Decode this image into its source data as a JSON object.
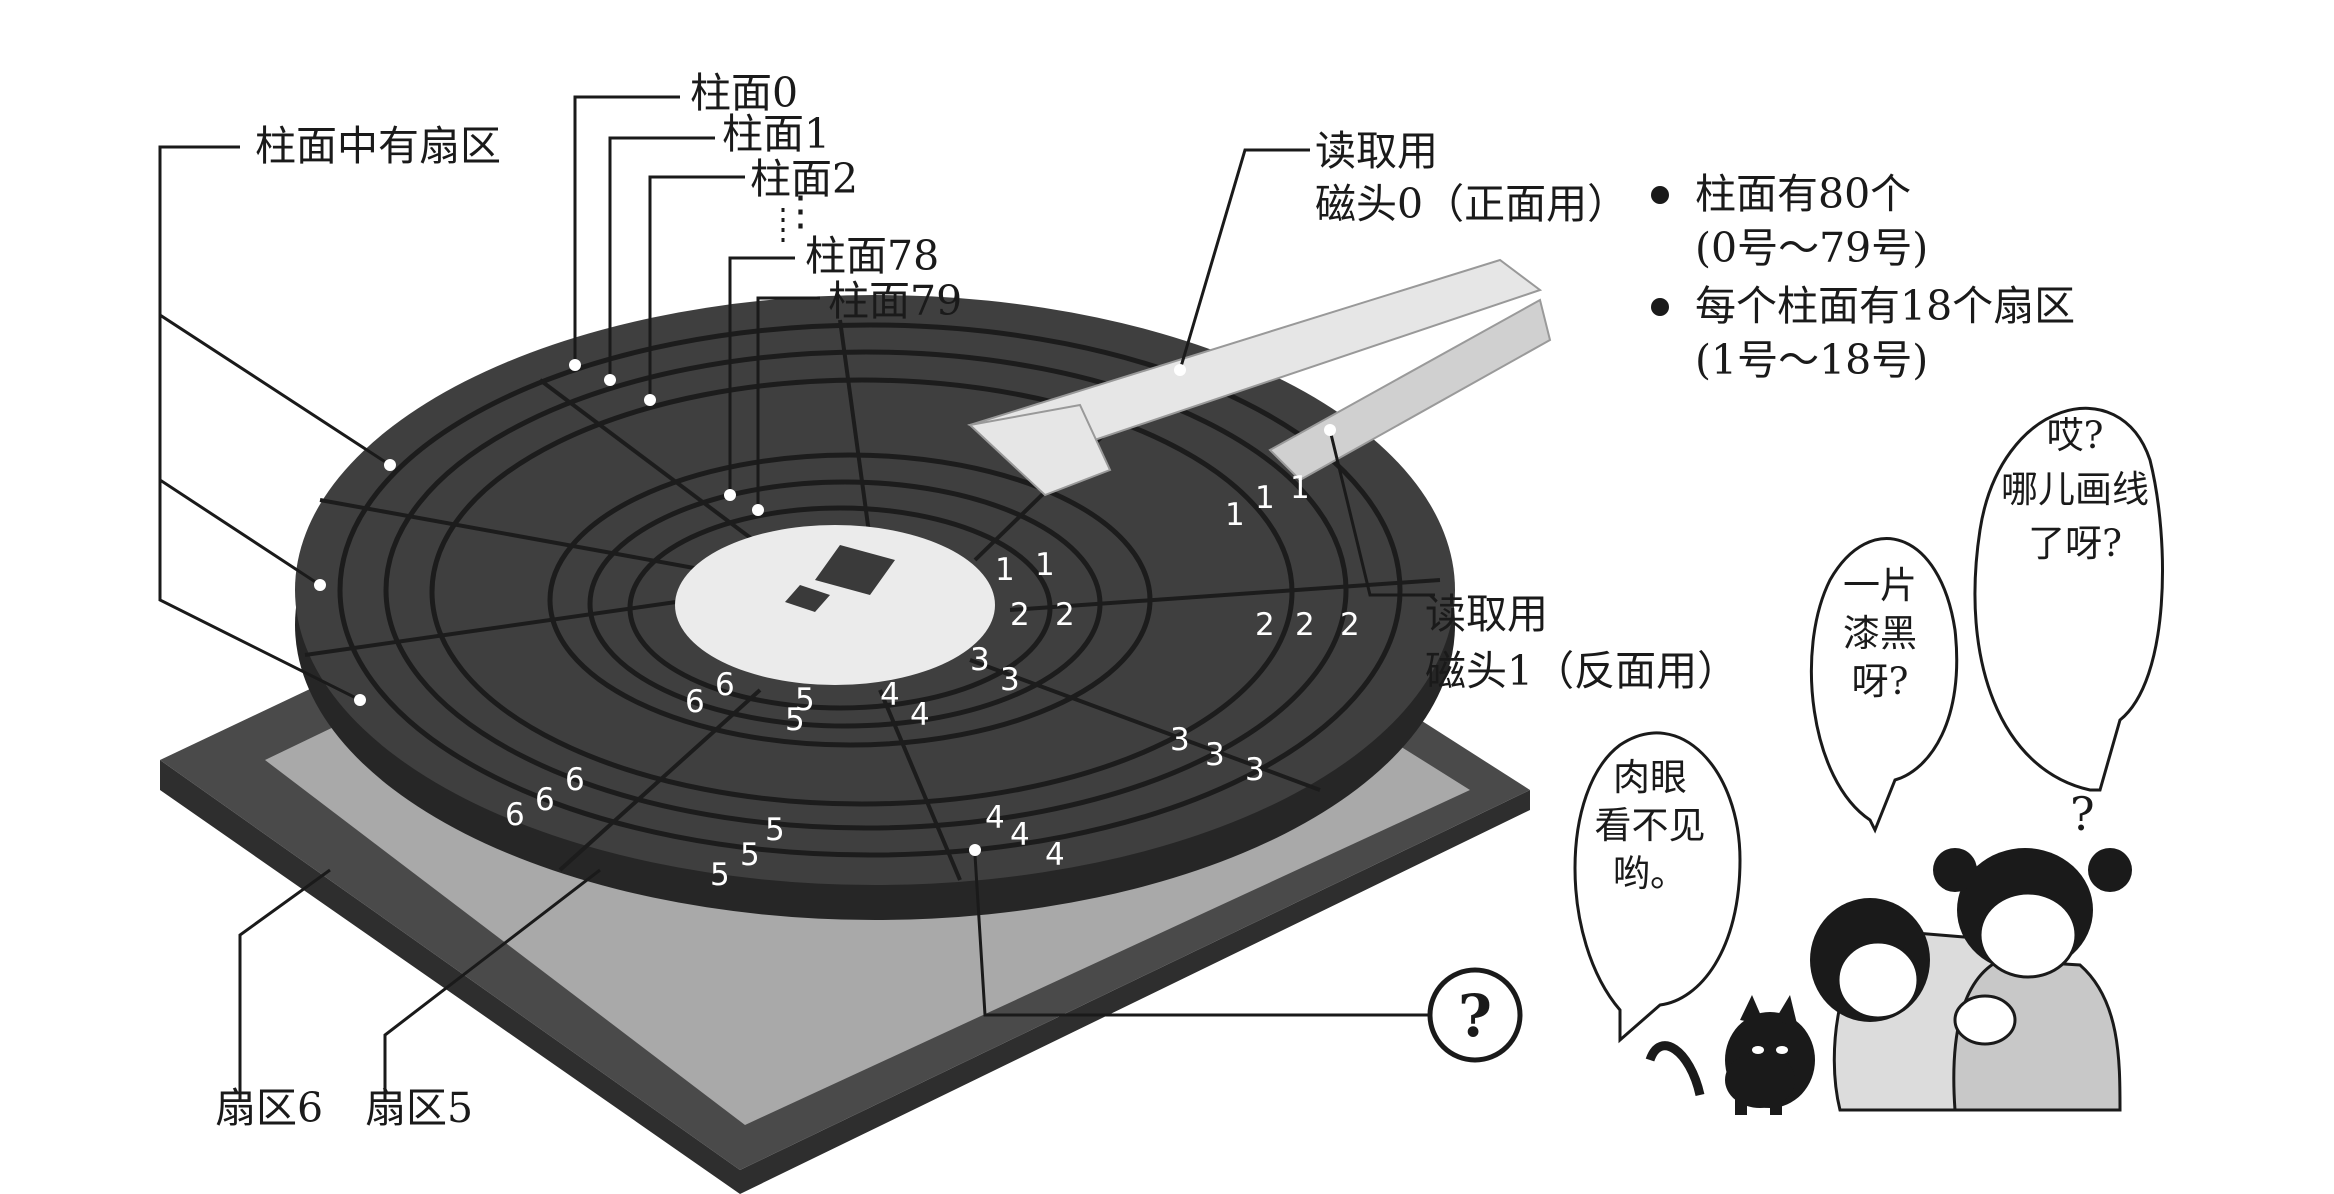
{
  "callouts": {
    "cyl_sectors": "柱面中有扇区",
    "cyl0": "柱面0",
    "cyl1": "柱面1",
    "cyl2": "柱面2",
    "cyl78": "柱面78",
    "cyl79": "柱面79",
    "ellipsis": "⋮",
    "head0_line1": "读取用",
    "head0_line2": "磁头0（正面用）",
    "head1_line1": "读取用",
    "head1_line2": "磁头1（反面用）",
    "sector6": "扇区6",
    "sector5": "扇区5"
  },
  "notes": [
    {
      "line1": "柱面有80个",
      "line2": "(0号～79号)"
    },
    {
      "line1": "每个柱面有18个扇区",
      "line2": "(1号～18号)"
    }
  ],
  "question_mark": "?",
  "bubbles": {
    "cat": [
      "肉眼",
      "看不见",
      "哟。"
    ],
    "girl1": [
      "一片",
      "漆黑",
      "呀?"
    ],
    "girl2": [
      "哎?",
      "哪儿画线",
      "了呀?"
    ]
  },
  "sector_numbers": [
    "1",
    "1",
    "1",
    "1",
    "1",
    "2",
    "2",
    "2",
    "2",
    "2",
    "3",
    "3",
    "3",
    "3",
    "3",
    "4",
    "4",
    "4",
    "4",
    "4",
    "5",
    "5",
    "5",
    "5",
    "5",
    "6",
    "6",
    "6",
    "6",
    "6"
  ],
  "colors": {
    "disk": "#3f3f3f",
    "disk_rim": "#2a2a2a",
    "hub": "#ebebeb",
    "frame": "#4a4a4a",
    "frame_inner": "#a9a9a9",
    "head": "#e6e6e6"
  }
}
